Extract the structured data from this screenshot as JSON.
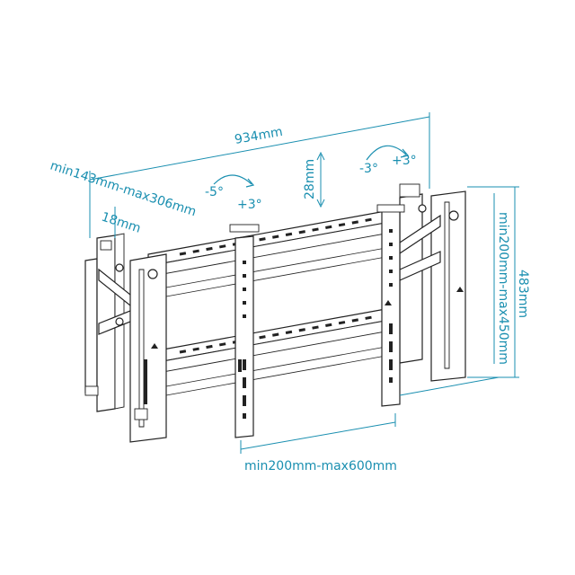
{
  "dimensions": {
    "overall_width": "934mm",
    "depth_range": "min143mm-max306mm",
    "min_depth": "18mm",
    "vertical_adjust": "28mm",
    "tilt_left_minus": "-5°",
    "tilt_left_plus": "+3°",
    "tilt_right_minus": "-3°",
    "tilt_right_plus": "+3°",
    "vesa_vertical": "min200mm-max450mm",
    "overall_height": "483mm",
    "vesa_horizontal": "min200mm-max600mm"
  },
  "colors": {
    "dimension": "#1a8fb0",
    "line": "#222222"
  }
}
